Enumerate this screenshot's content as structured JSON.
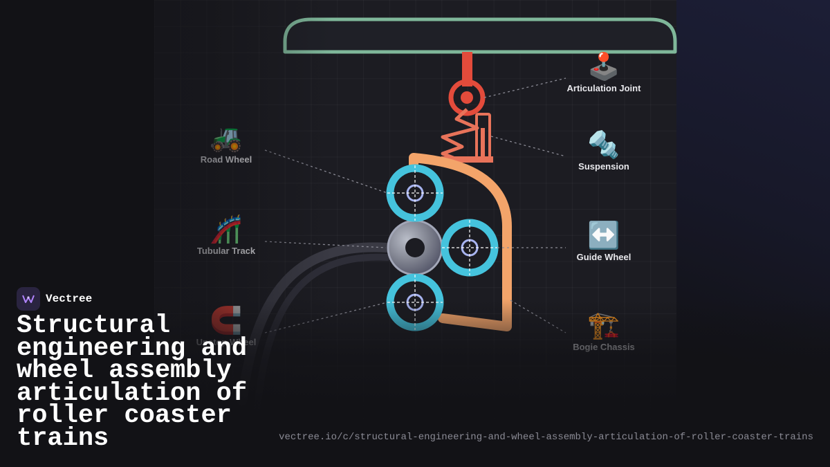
{
  "brand": {
    "name": "Vectree"
  },
  "title": "Structural engineering and wheel assembly articulation of roller coaster trains",
  "url": "vectree.io/c/structural-engineering-and-wheel-assembly-articulation-of-roller-coaster-trains",
  "callouts": {
    "road_wheel": {
      "label": "Road Wheel",
      "emoji": "🚜",
      "icon": "tractor-icon"
    },
    "tubular_track": {
      "label": "Tubular Track",
      "emoji": "🎢",
      "icon": "roller-coaster-icon"
    },
    "upstop_wheel": {
      "label": "Upstop Wheel",
      "emoji": "🧲",
      "icon": "magnet-icon"
    },
    "articulation_joint": {
      "label": "Articulation Joint",
      "emoji": "🕹️",
      "icon": "joystick-icon"
    },
    "suspension": {
      "label": "Suspension",
      "emoji": "🔩",
      "icon": "nut-bolt-icon"
    },
    "guide_wheel": {
      "label": "Guide Wheel",
      "emoji": "↔️",
      "icon": "left-right-arrow-icon"
    },
    "bogie_chassis": {
      "label": "Bogie Chassis",
      "emoji": "🏗️",
      "icon": "crane-icon"
    }
  },
  "colors": {
    "car_body": "#7fb79a",
    "articulation": "#e34b3b",
    "suspension": "#e8735a",
    "chassis": "#f3a46a",
    "wheel": "#45c3dd",
    "hub": "#a8b4f0",
    "track": "#3a3a44"
  }
}
